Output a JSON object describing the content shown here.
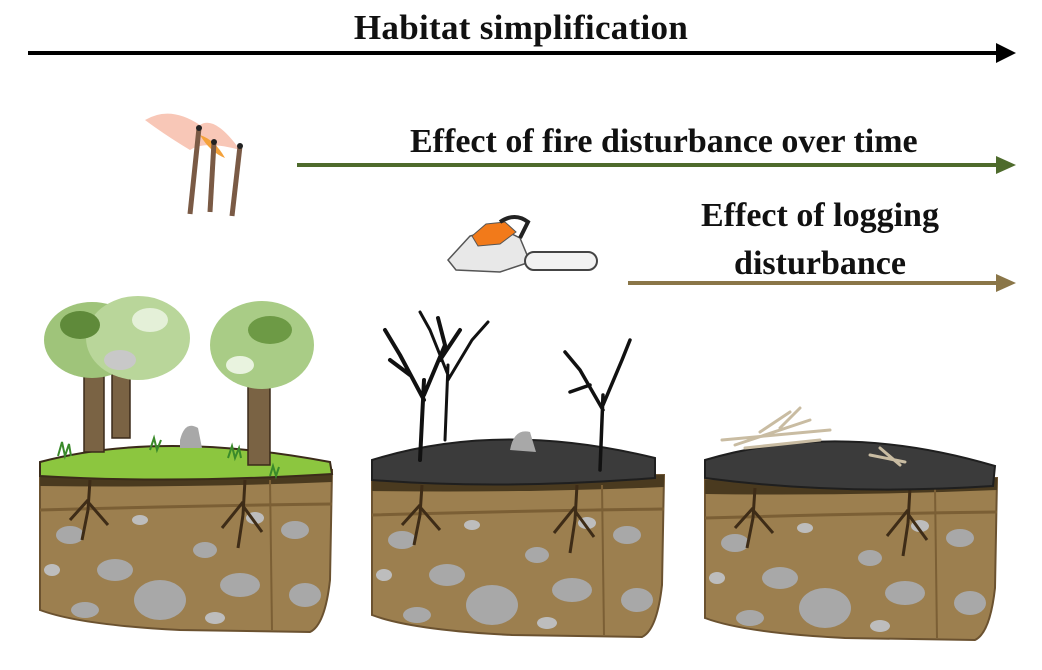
{
  "title": "Habitat simplification",
  "fire_arrow": {
    "label": "Effect of fire disturbance over time",
    "color": "#4e6b2c"
  },
  "logging_arrow": {
    "label": "Effect of logging disturbance",
    "color": "#8a7648"
  },
  "main_arrow": {
    "color": "#000000"
  },
  "panels": [
    {
      "name": "intact-forest",
      "surface": "grass",
      "trees": "leafy"
    },
    {
      "name": "burned-forest",
      "surface": "ash",
      "trees": "burnt-bare"
    },
    {
      "name": "logged-burned-forest",
      "surface": "ash",
      "trees": "none-debris"
    }
  ],
  "icons": [
    "burning-matches-icon",
    "chainsaw-icon"
  ],
  "colors": {
    "soil": "#9c7f4f",
    "soil_dark": "#7b5f35",
    "rock": "#a8a8a8",
    "grass": "#8cc63f",
    "ash": "#3b3b3b"
  }
}
